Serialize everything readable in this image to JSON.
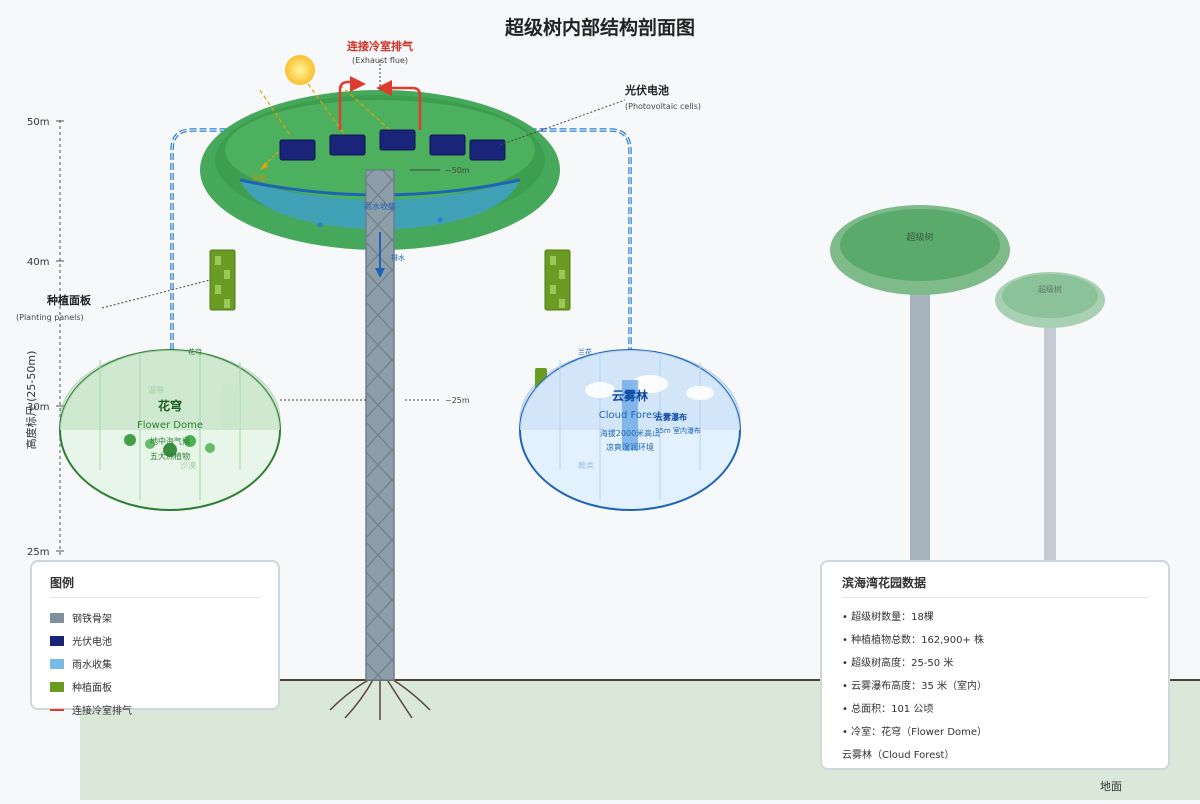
{
  "title": "超级树内部结构剖面图",
  "height_axis": {
    "label": "高度标尺 (25-50m)",
    "ticks": [
      "50m",
      "40m",
      "30m",
      "25m"
    ]
  },
  "annotations": {
    "exhaust": {
      "cn": "连接冷室排气",
      "en": "(Exhaust flue)"
    },
    "pv": {
      "cn": "光伏电池",
      "en": "(Photovoltaic cells)"
    },
    "planting": {
      "cn": "种植面板",
      "en": "(Planting panels)"
    },
    "canopy_width": "~50m",
    "dome_distance": "~25m",
    "rain_collect": "雨水收集",
    "drain": "排水",
    "reflect": "反射",
    "ground": "地面",
    "flower_dome_tag": "花穹",
    "cloud_forest_tag": "兰花"
  },
  "flower_dome": {
    "cn": "花穹",
    "en": "Flower Dome",
    "line1": "地中海气候",
    "line2": "五大洲植物",
    "ghost1": "温带",
    "ghost2": "沙漠"
  },
  "cloud_forest": {
    "cn": "云雾林",
    "en": "Cloud Forest",
    "line1": "海拔2000米高山",
    "line2": "凉爽湿润环境",
    "waterfall_cn": "云雾瀑布",
    "waterfall_en": "35m 室内瀑布",
    "ghost1": "蕨类"
  },
  "background_trees": [
    {
      "label": "超级树"
    },
    {
      "label": "超级树"
    }
  ],
  "legend": {
    "title": "图例",
    "items": [
      {
        "label": "钢铁骨架",
        "color": "#7f919e"
      },
      {
        "label": "光伏电池",
        "color": "#1a2478"
      },
      {
        "label": "雨水收集",
        "color": "#7ab8e8"
      },
      {
        "label": "种植面板",
        "color": "#6a9c24"
      },
      {
        "label": "连接冷室排气",
        "color": "#e03b30",
        "line": true
      }
    ]
  },
  "info": {
    "title": "滨海湾花园数据",
    "items": [
      "• 超级树数量：18棵",
      "• 种植植物总数：162,900+ 株",
      "• 超级树高度：25-50 米",
      "• 云雾瀑布高度：35 米（室内）",
      "• 总面积：101 公顷",
      "• 冷室：花穹（Flower Dome）",
      "云雾林（Cloud Forest）"
    ]
  },
  "colors": {
    "canopy": "#3ea654",
    "steel": "#8d9ea9",
    "pv": "#1a2478",
    "exhaust": "#e03b30",
    "pipe": "#2a7fd4",
    "dome_green": "#2e7d32",
    "dome_blue": "#1e64b4"
  }
}
